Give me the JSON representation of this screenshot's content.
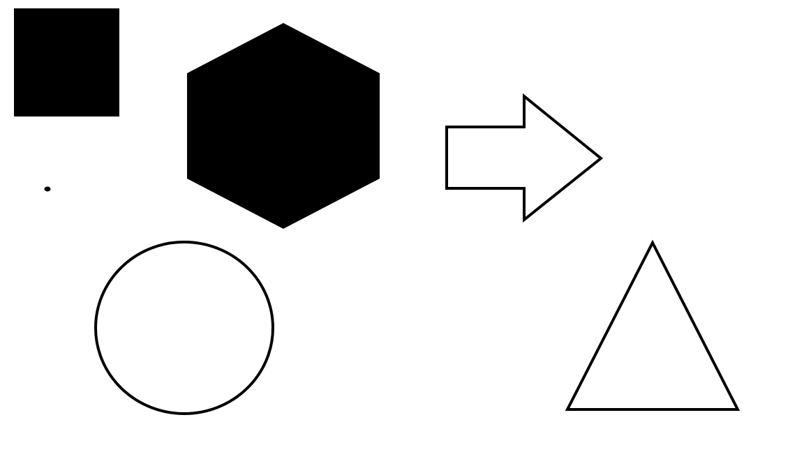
{
  "background_color": "#ffffff",
  "shapes": [
    {
      "name": "filled-square",
      "kind": "square",
      "fill": "#000000",
      "stroke": "none"
    },
    {
      "name": "filled-hexagon",
      "kind": "hexagon",
      "fill": "#000000",
      "stroke": "none"
    },
    {
      "name": "outlined-right-arrow",
      "kind": "arrow",
      "direction": "right",
      "fill": "none",
      "stroke": "#000000"
    },
    {
      "name": "small-dot",
      "kind": "dot",
      "fill": "#000000",
      "stroke": "none"
    },
    {
      "name": "outlined-circle",
      "kind": "circle",
      "fill": "none",
      "stroke": "#000000"
    },
    {
      "name": "outlined-triangle",
      "kind": "triangle",
      "fill": "none",
      "stroke": "#000000"
    }
  ]
}
